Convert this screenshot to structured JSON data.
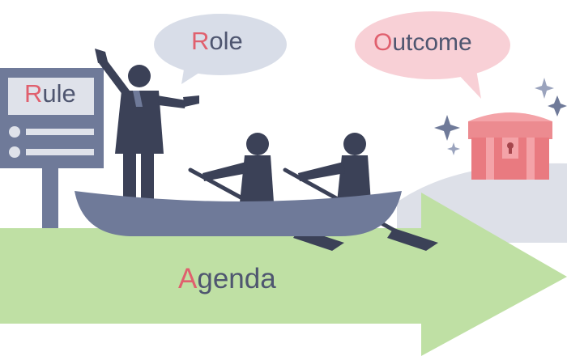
{
  "labels": {
    "rule": {
      "initial": "R",
      "rest": "ule"
    },
    "role": {
      "initial": "R",
      "rest": "ole"
    },
    "outcome": {
      "initial": "O",
      "rest": "utcome"
    },
    "agenda": {
      "initial": "A",
      "rest": "genda"
    }
  },
  "icons": [
    "signboard-icon",
    "leader-figure-icon",
    "rower-figure-icon",
    "boat-icon",
    "oar-icon",
    "treasure-chest-icon",
    "sparkle-icon",
    "speech-bubble-icon",
    "arrow-icon"
  ],
  "colors": {
    "arrow": "#bfe0a4",
    "boat": "#6f7a99",
    "figure": "#3b4157",
    "sign": "#6f7a99",
    "sign_panel": "#dfe2ea",
    "bubble_role": "#d8dde8",
    "bubble_outcome": "#f8d0d6",
    "chest": "#e97a80",
    "hill": "#dde0e8",
    "text": "#4f5670",
    "accent_letter": "#e0606e"
  }
}
